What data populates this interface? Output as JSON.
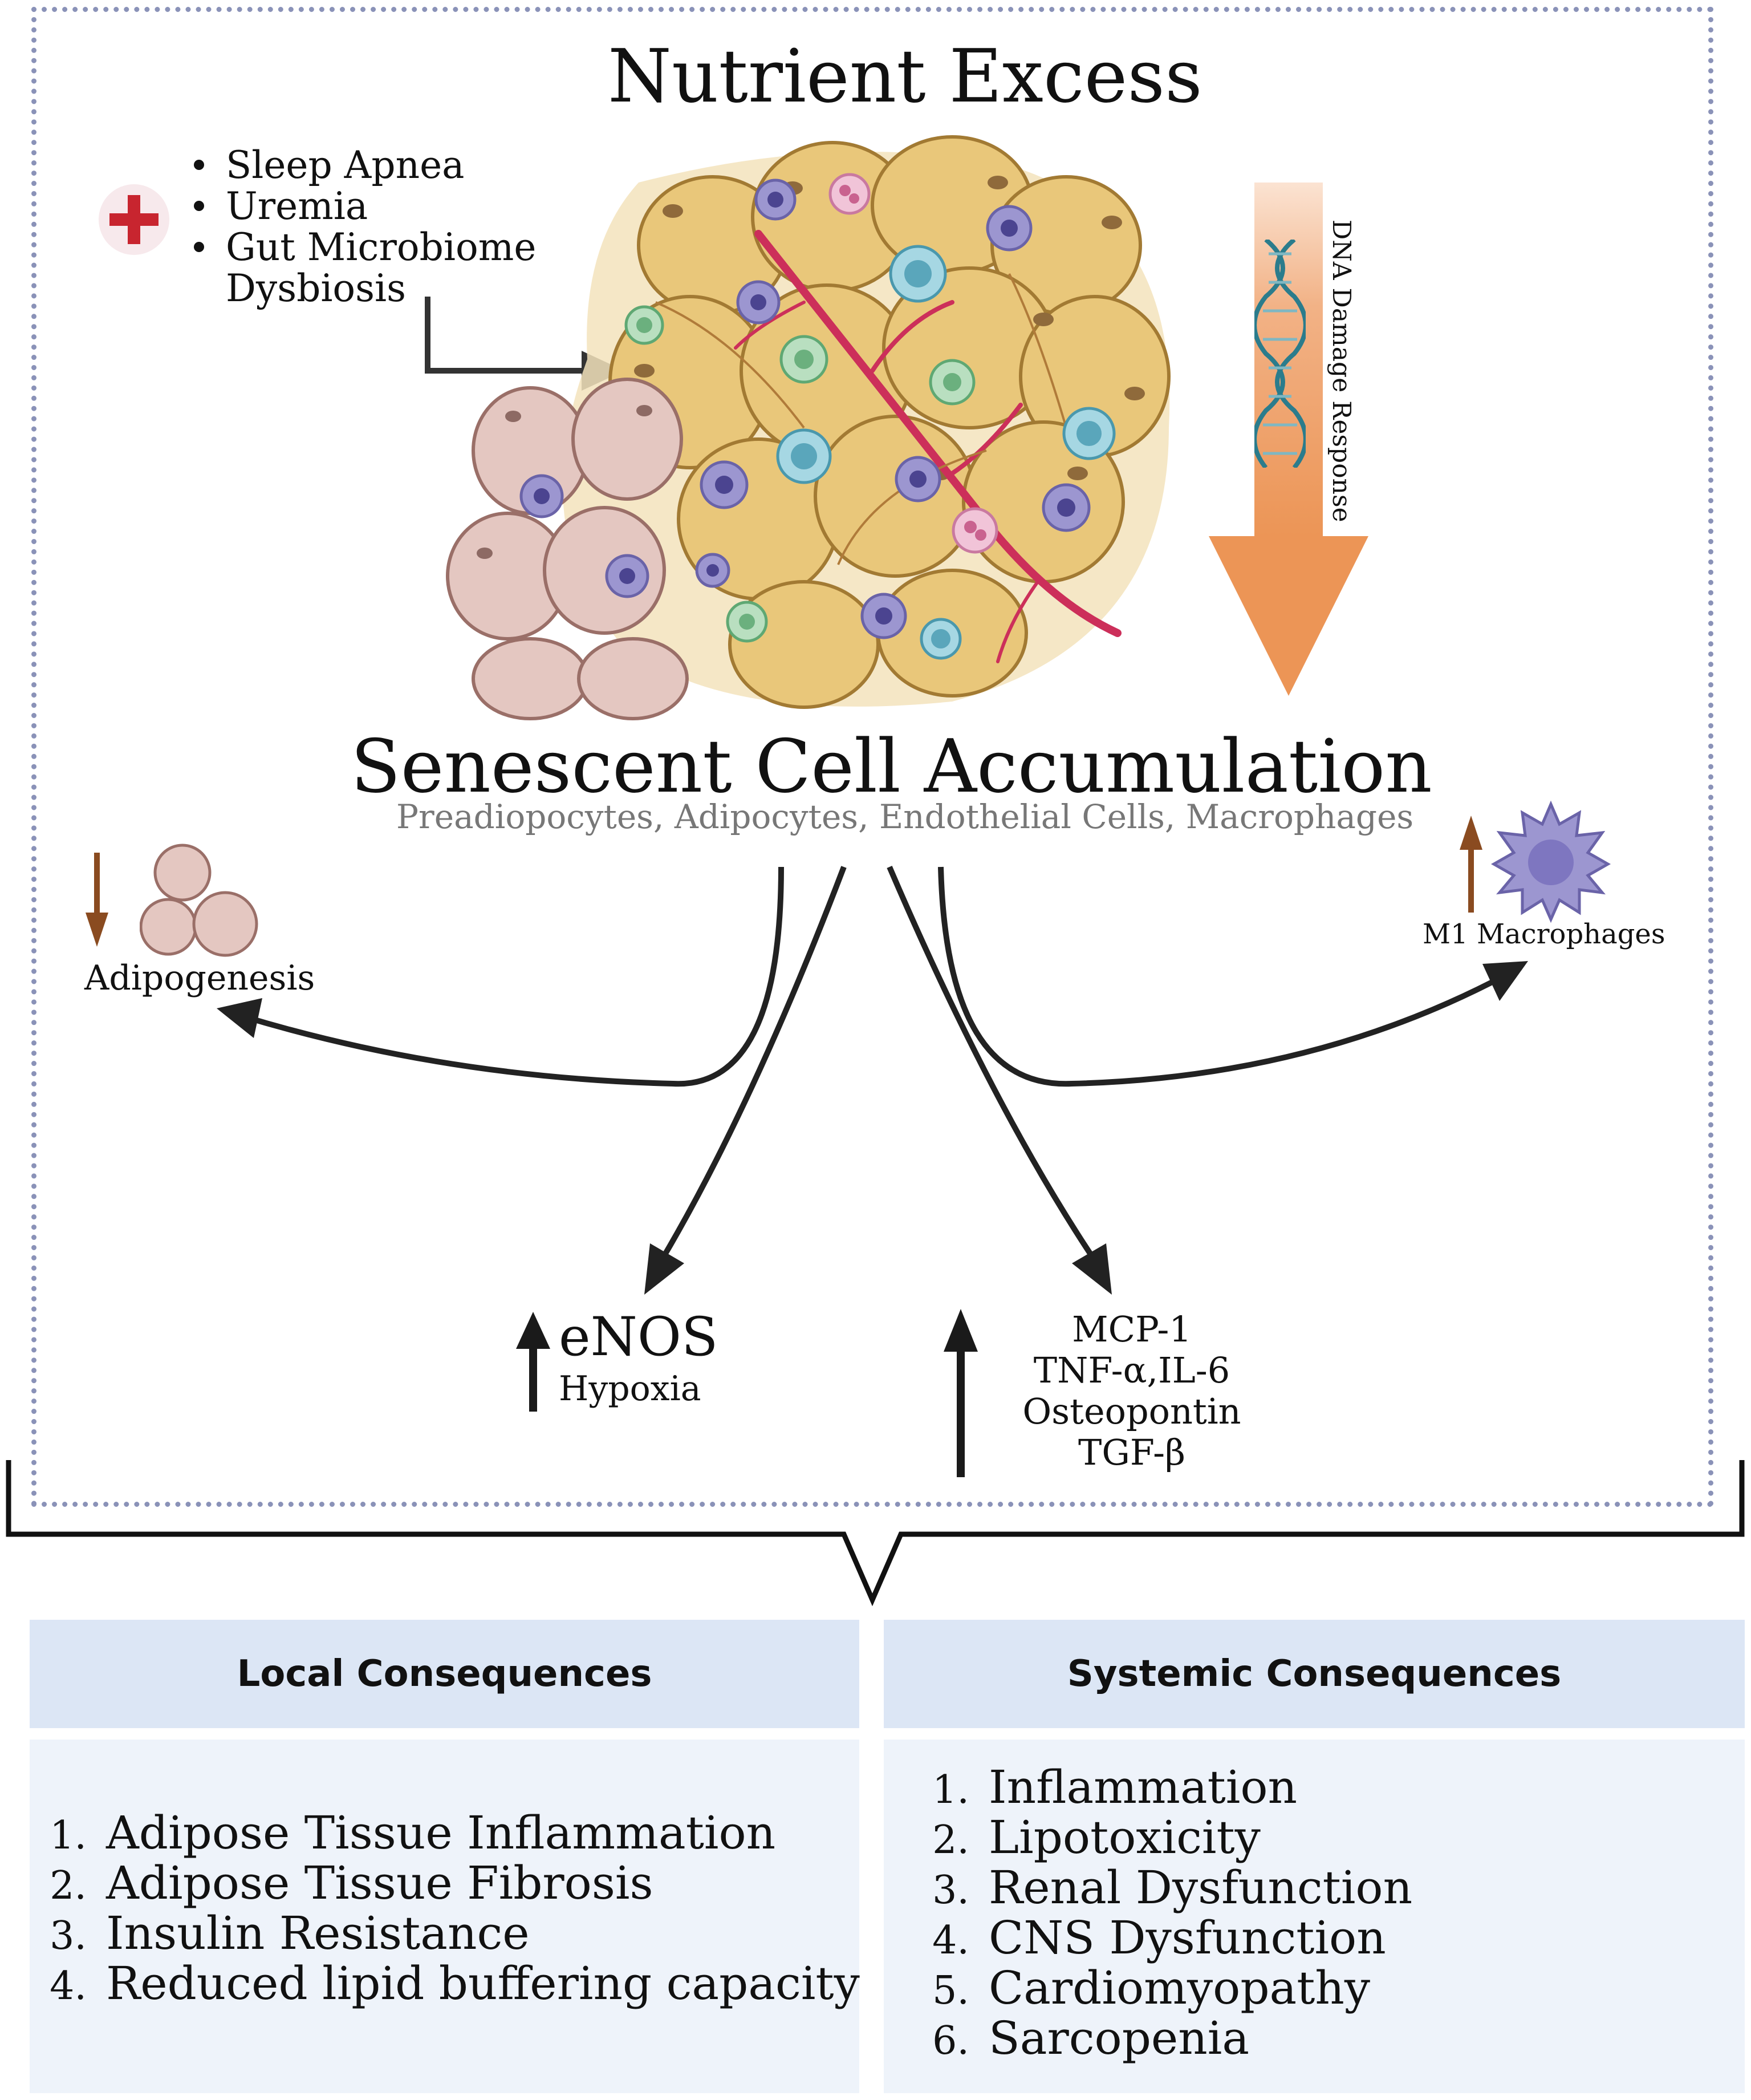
{
  "header": {
    "title": "Nutrient Excess"
  },
  "risk_factors": [
    "Sleep Apnea",
    "Uremia",
    "Gut Microbiome",
    "Dysbiosis"
  ],
  "dna_label": "DNA Damage Response",
  "center": {
    "title": "Senescent Cell Accumulation",
    "subtitle": "Preadiopocytes, Adipocytes, Endothelial Cells, Macrophages"
  },
  "left_effect": {
    "label": "Adipogenesis",
    "direction": "down"
  },
  "right_effect": {
    "label": "M1 Macrophages",
    "direction": "up"
  },
  "mid_left": {
    "main": "eNOS",
    "sub": "Hypoxia",
    "direction": "up"
  },
  "mid_right": {
    "items": [
      "MCP-1",
      "TNF-α,IL-6",
      "Osteopontin",
      "TGF-β"
    ],
    "direction": "up"
  },
  "local": {
    "title": "Local Consequences",
    "items": [
      "Adipose Tissue Inflammation",
      "Adipose Tissue Fibrosis",
      "Insulin Resistance",
      "Reduced lipid buffering capacity"
    ],
    "numbers": [
      "1.",
      "2.",
      "3.",
      "4."
    ]
  },
  "systemic": {
    "title": "Systemic Consequences",
    "items": [
      "Inflammation",
      "Lipotoxicity",
      "Renal Dysfunction",
      "CNS Dysfunction",
      "Cardiomyopathy",
      "Sarcopenia"
    ],
    "numbers": [
      "1.",
      "2.",
      "3.",
      "4.",
      "5.",
      "6."
    ]
  },
  "colors": {
    "frame": "#8a92b8",
    "adipocyte": "#e9c77a",
    "preadipocyte": "#e4c7c1",
    "vessel": "#cc2f5a",
    "dna_arrow": "#ee9a5e",
    "brown_arrow": "#8a4b20",
    "box_head": "#dce6f5",
    "box_body": "#eef3fa"
  }
}
